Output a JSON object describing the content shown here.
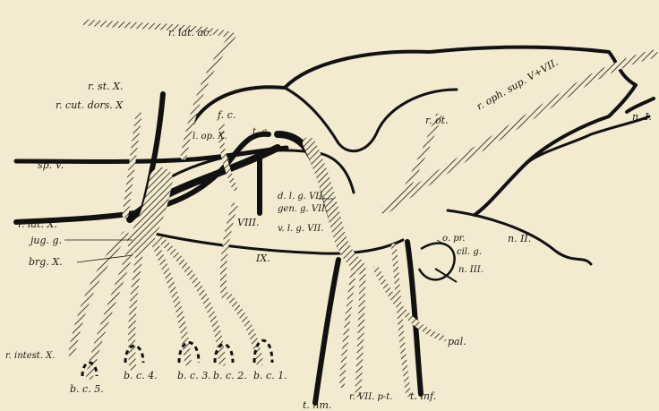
{
  "colors": {
    "paper": "#f3ebcf",
    "ink": "#111111"
  },
  "labels": {
    "r_lat_ac": "r. lat. ac.",
    "r_st_x": "r. st. X.",
    "r_cut_dors_x": "r. cut. dors. X",
    "sp_v": "sp. V.",
    "f_c": "f. c.",
    "lop_x": "l. op. X.",
    "t_a": "t. a.",
    "r_ot": "r. ot.",
    "r_oph_sup": "r. oph. sup. V+VII.",
    "n_i": "n. I.",
    "d_lg_vii": "d. l. g. VII.",
    "gen_g_vii": "gen. g. VII.",
    "viii": "VIII.",
    "v_lg_vii": "v. l. g. VII.",
    "r_lat_x": "r. lat. X.",
    "jug_g": "jug. g.",
    "brg_x": "brg. X.",
    "ix": "IX.",
    "o_pr": "o. pr.",
    "cil_g": "cil. g.",
    "n_iii": "n. III.",
    "n_ii": "n. II.",
    "r_intest_x": "r. intest. X.",
    "bc5": "b. c. 5.",
    "bc4": "b. c. 4.",
    "bc3": "b. c. 3.",
    "bc2": "b. c. 2.",
    "bc1": "b. c. 1.",
    "pal": "pal.",
    "r_vii_pt": "r. VII. p-t.",
    "t_inf": "t. inf.",
    "t_hm": "t. hm."
  }
}
